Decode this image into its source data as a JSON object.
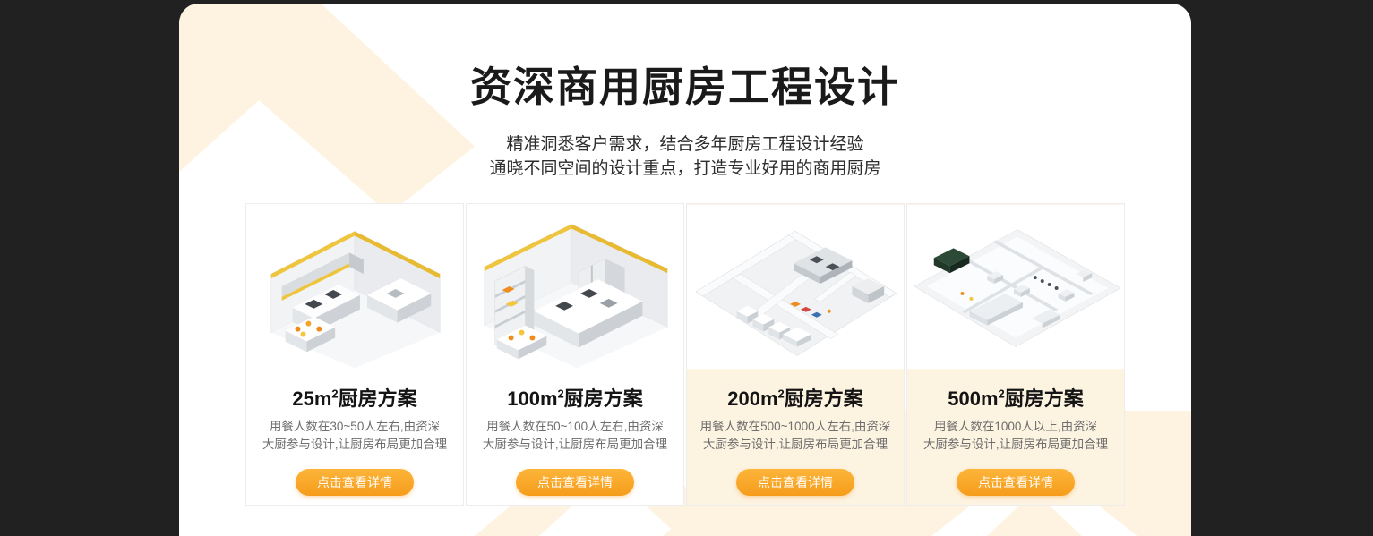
{
  "header": {
    "title": "资深商用厨房工程设计",
    "subtitle_line1": "精准洞悉客户需求，结合多年厨房工程设计经验",
    "subtitle_line2": "通晓不同空间的设计重点，打造专业好用的商用厨房"
  },
  "cards": [
    {
      "title_num": "25m",
      "title_sup": "2",
      "title_text": "厨房方案",
      "desc_line1": "用餐人数在30~50人左右,由资深",
      "desc_line2": "大厨参与设计,让厨房布局更加合理",
      "button_label": "点击查看详情",
      "image_name": "kitchen-25sqm-isometric-render"
    },
    {
      "title_num": "100m",
      "title_sup": "2",
      "title_text": "厨房方案",
      "desc_line1": "用餐人数在50~100人左右,由资深",
      "desc_line2": "大厨参与设计,让厨房布局更加合理",
      "button_label": "点击查看详情",
      "image_name": "kitchen-100sqm-isometric-render"
    },
    {
      "title_num": "200m",
      "title_sup": "2",
      "title_text": "厨房方案",
      "desc_line1": "用餐人数在500~1000人左右,由资深",
      "desc_line2": "大厨参与设计,让厨房布局更加合理",
      "button_label": "点击查看详情",
      "image_name": "kitchen-200sqm-isometric-render"
    },
    {
      "title_num": "500m",
      "title_sup": "2",
      "title_text": "厨房方案",
      "desc_line1": "用餐人数在1000人以上,由资深",
      "desc_line2": "大厨参与设计,让厨房布局更加合理",
      "button_label": "点击查看详情",
      "image_name": "kitchen-500sqm-isometric-render"
    }
  ],
  "colors": {
    "dark_background": "#212121",
    "cream_pattern": "#fdf3e0",
    "accent_orange": "#f69c1b",
    "accent_yellow": "#f0c53e"
  }
}
